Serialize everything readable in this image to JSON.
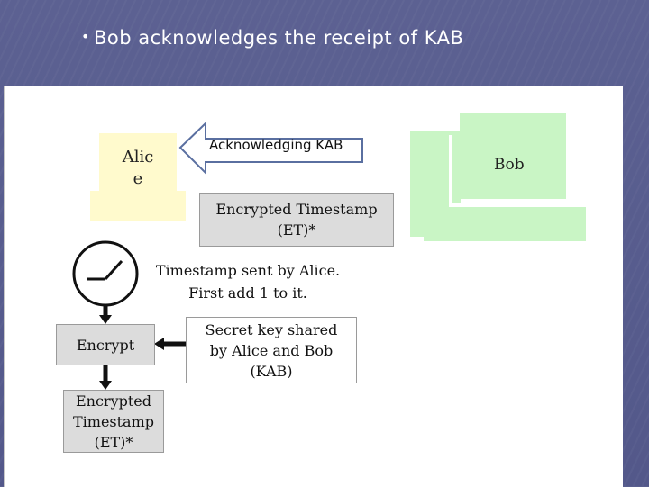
{
  "slide": {
    "title": "Bob acknowledges the receipt of KAB"
  },
  "alice": {
    "label": "Alic\ne"
  },
  "bob": {
    "label": "Bob"
  },
  "ack_arrow": {
    "label": "Acknowledging KAB"
  },
  "encrypted_timestamp_top": {
    "line1": "Encrypted Timestamp",
    "line2": "(ET)*"
  },
  "timestamp_note": {
    "line1": "Timestamp sent by Alice.",
    "line2": "First add 1 to it."
  },
  "encrypt_step": {
    "label": "Encrypt"
  },
  "secret_key": {
    "line1": "Secret key shared",
    "line2": "by Alice and Bob",
    "line3": "(KAB)"
  },
  "encrypted_timestamp_bottom": {
    "line1": "Encrypted",
    "line2": "Timestamp",
    "line3": "(ET)*"
  },
  "colors": {
    "background": "#5a5f8f",
    "alice_fill": "#fffacd",
    "bob_fill": "#c9f5c5",
    "box_fill": "#dcdcdc"
  }
}
